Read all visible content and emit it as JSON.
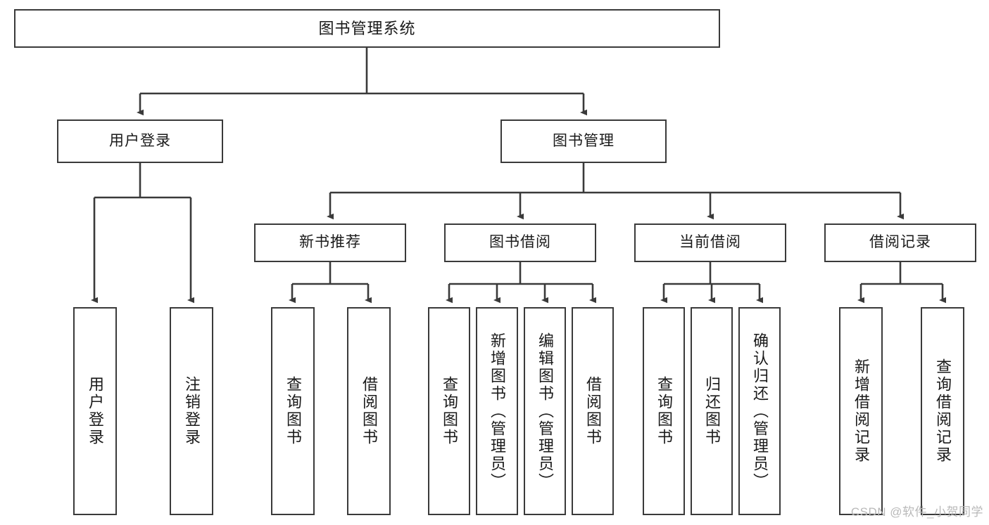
{
  "diagram": {
    "type": "tree",
    "title_node": {
      "label": "图书管理系统"
    },
    "level2": [
      {
        "label": "用户登录"
      },
      {
        "label": "图书管理"
      }
    ],
    "level3": [
      {
        "label": "新书推荐"
      },
      {
        "label": "图书借阅"
      },
      {
        "label": "当前借阅"
      },
      {
        "label": "借阅记录"
      }
    ],
    "leaves": {
      "user_login": [
        {
          "label": "用户登录"
        },
        {
          "label": "注销登录"
        }
      ],
      "new_book_recommend": [
        {
          "label": "查询图书"
        },
        {
          "label": "借阅图书"
        }
      ],
      "book_borrow": [
        {
          "label": "查询图书"
        },
        {
          "label": "新增图书（管理员）"
        },
        {
          "label": "编辑图书（管理员）"
        },
        {
          "label": "借阅图书"
        }
      ],
      "current_borrow": [
        {
          "label": "查询图书"
        },
        {
          "label": "归还图书"
        },
        {
          "label": "确认归还（管理员）"
        }
      ],
      "borrow_record": [
        {
          "label": "新增借阅记录"
        },
        {
          "label": "查询借阅记录"
        }
      ]
    }
  },
  "watermark": {
    "text": "CSDN @软件_小贺同学"
  },
  "colors": {
    "border": "#3a3a3a",
    "text": "#1a1a1a",
    "background": "#ffffff",
    "watermark": "#b9b9b9"
  }
}
